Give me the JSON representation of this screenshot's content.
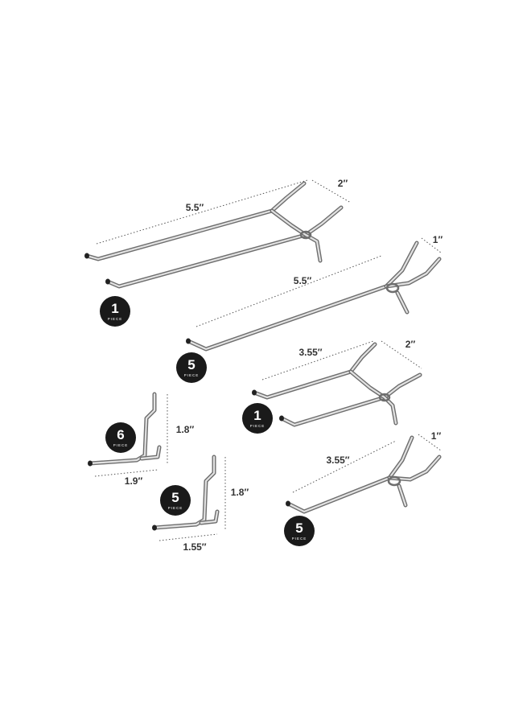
{
  "colors": {
    "badge": "#1a1a1a",
    "wire": "#6e6e6e",
    "wire_highlight": "#e2e2e2",
    "dimension_line": "#555555",
    "background": "#ffffff"
  },
  "badge_word": "PIECE",
  "hooks": [
    {
      "id": "double-5-5",
      "length": "5.5″",
      "width": "2″",
      "pieces": "1"
    },
    {
      "id": "single-5-5",
      "length": "5.5″",
      "width": "1″",
      "pieces": "5"
    },
    {
      "id": "double-3-55",
      "length": "3.55″",
      "width": "2″",
      "pieces": "1"
    },
    {
      "id": "single-3-55",
      "length": "3.55″",
      "width": "1″",
      "pieces": "5"
    },
    {
      "id": "l-hook-1-9",
      "length": "1.9″",
      "height": "1.8″",
      "pieces": "6"
    },
    {
      "id": "l-hook-1-55",
      "length": "1.55″",
      "height": "1.8″",
      "pieces": "5"
    }
  ]
}
